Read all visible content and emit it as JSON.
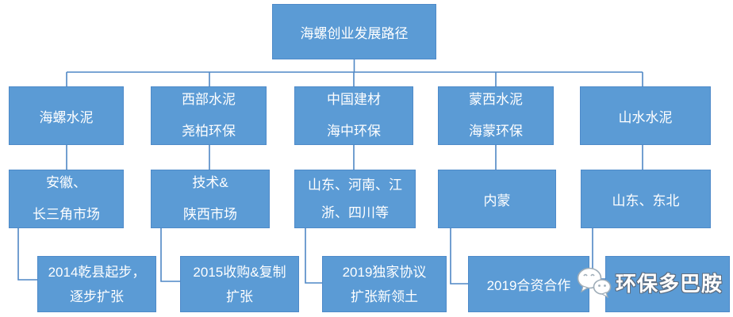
{
  "title": "海螺创业发展路径",
  "colors": {
    "box_fill": "#5b9bd5",
    "box_border": "#4e8ac9",
    "connector": "#4f87c5",
    "box_text": "#ffffff"
  },
  "watermark": {
    "label": "环保多巴胺",
    "icon": "wechat-logo-icon"
  },
  "branches": [
    {
      "name": "海螺水泥",
      "level1": [
        "海螺水泥"
      ],
      "level2": [
        "安徽、",
        "长三角市场"
      ],
      "level3": [
        "2014乾县起步，",
        "逐步扩张"
      ]
    },
    {
      "name": "西部水泥 尧柏环保",
      "level1": [
        "西部水泥",
        "尧柏环保"
      ],
      "level2": [
        "技术&",
        "陕西市场"
      ],
      "level3": [
        "2015收购&复制",
        "扩张"
      ]
    },
    {
      "name": "中国建材 海中环保",
      "level1": [
        "中国建材",
        "海中环保"
      ],
      "level2": [
        "山东、河南、江",
        "浙、四川等"
      ],
      "level3": [
        "2019独家协议",
        "扩张新领土"
      ]
    },
    {
      "name": "蒙西水泥 海蒙环保",
      "level1": [
        "蒙西水泥",
        "海蒙环保"
      ],
      "level2": [
        "内蒙"
      ],
      "level3": [
        "2019合资合作"
      ]
    },
    {
      "name": "山水水泥",
      "level1": [
        "山水水泥"
      ],
      "level2": [
        "山东、东北"
      ],
      "level3": []
    }
  ]
}
